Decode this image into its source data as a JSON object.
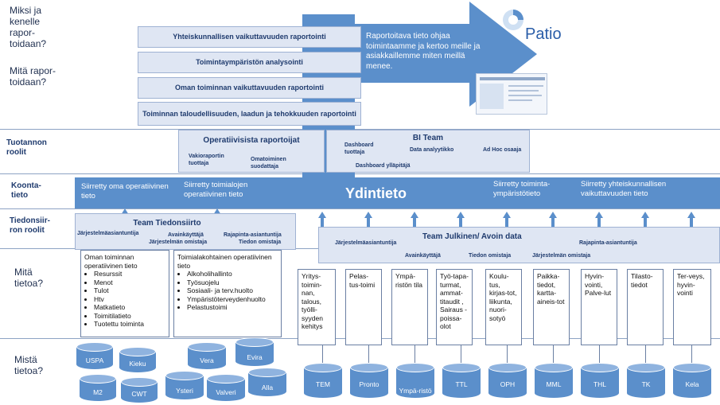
{
  "row_labels": {
    "why": "Miksi ja kenelle rapor-toidaan?",
    "what_report": "Mitä rapor-toidaan?",
    "production_roles": "Tuotannon roolit",
    "consolidation": "Koonta-tieto",
    "transfer_roles": "Tiedonsiir-ron roolit",
    "what_data": "Mitä tietoa?",
    "where_data": "Mistä tietoa?"
  },
  "reports": [
    "Yhteiskunnallisen vaikuttavuuden raportointi",
    "Toimintaympäristön analysointi",
    "Oman toiminnan vaikuttavuuden raportointi",
    "Toiminnan taloudellisuuden, laadun ja tehokkuuden raportointi"
  ],
  "arrow_text": "Raportoitava tieto ohjaa toimintaamme ja kertoo meille ja asiakkaillemme miten meillä menee.",
  "logo_text": "Patio",
  "ops_reporters": {
    "title": "Operatiivisista raportoijat",
    "role1": "Vakioraportin tuottaja",
    "role2": "Omatoiminen suodattaja"
  },
  "bi_team": {
    "title": "BI Team",
    "role1": "Dashboard tuottaja",
    "role2": "Data analyytikko",
    "role3": "Ad Hoc osaaja",
    "role4": "Dashboard ylläpitäjä"
  },
  "core": {
    "title": "Ydintieto",
    "left1": "Siirretty oma operatiivinen tieto",
    "left2": "Siirretty toimialojen operatiivinen tieto",
    "right1": "Siirretty toiminta-ympäristötieto",
    "right2": "Siirretty yhteiskunnallisen vaikuttavuuden tieto"
  },
  "team_transfer": {
    "title": "Team Tiedonsiirto",
    "r1": "Järjestelmäasiantuntija",
    "r2": "Avainkäyttäjä",
    "r3": "Järjestelmän omistaja",
    "r4": "Rajapinta-asiantuntija",
    "r5": "Tiedon omistaja"
  },
  "team_public": {
    "title": "Team Julkinen/ Avoin data",
    "r1": "Järjestelmäasiantuntija",
    "r2": "Rajapinta-asiantuntija",
    "r3": "Avainkäyttäjä",
    "r4": "Tiedon omistaja",
    "r5": "Järjestelmän omistaja"
  },
  "own_data": {
    "title": "Oman toiminnan operatiivinen tieto",
    "items": [
      "Resurssit",
      "Menot",
      "Tulot",
      "Htv",
      "Matkatieto",
      "Toimitilatieto",
      "Tuotettu toiminta"
    ]
  },
  "sector_data": {
    "title": "Toimialakohtainen operatiivinen tieto",
    "items": [
      "Alkoholihallinto",
      "Työsuojelu",
      "Sosiaali- ja terv.huolto",
      "Ympäristöterveydenhuolto",
      "Pelastustoimi"
    ]
  },
  "internal_dbs": [
    "USPA",
    "Kieku",
    "M2",
    "CWT",
    "Vera",
    "Evira",
    "Ysteri",
    "Valveri",
    "Alla"
  ],
  "public_sources": [
    {
      "text": "Yritys-toimin-nan, talous, työlli-syyden kehitys",
      "db": "TEM"
    },
    {
      "text": "Pelas-tus-toimi",
      "db": "Pronto"
    },
    {
      "text": "Ympä-ristön tila",
      "db": "Ympä-ristö"
    },
    {
      "text": "Työ-tapa-turmat, ammat-titaudit , Sairaus -poissa-olot",
      "db": "TTL"
    },
    {
      "text": "Koulu-tus, kirjas-tot, liikunta, nuori-sotyö",
      "db": "OPH"
    },
    {
      "text": "Paikka-tiedot, kartta-aineis-tot",
      "db": "MML"
    },
    {
      "text": "Hyvin-vointi, Palve-lut",
      "db": "THL"
    },
    {
      "text": "Tilasto-tiedot",
      "db": "TK"
    },
    {
      "text": "Ter-veys, hyvin-vointi",
      "db": "Kela"
    }
  ],
  "colors": {
    "accent": "#5b8fcb",
    "light": "#dfe6f3",
    "dark_text": "#1f3b6e"
  }
}
